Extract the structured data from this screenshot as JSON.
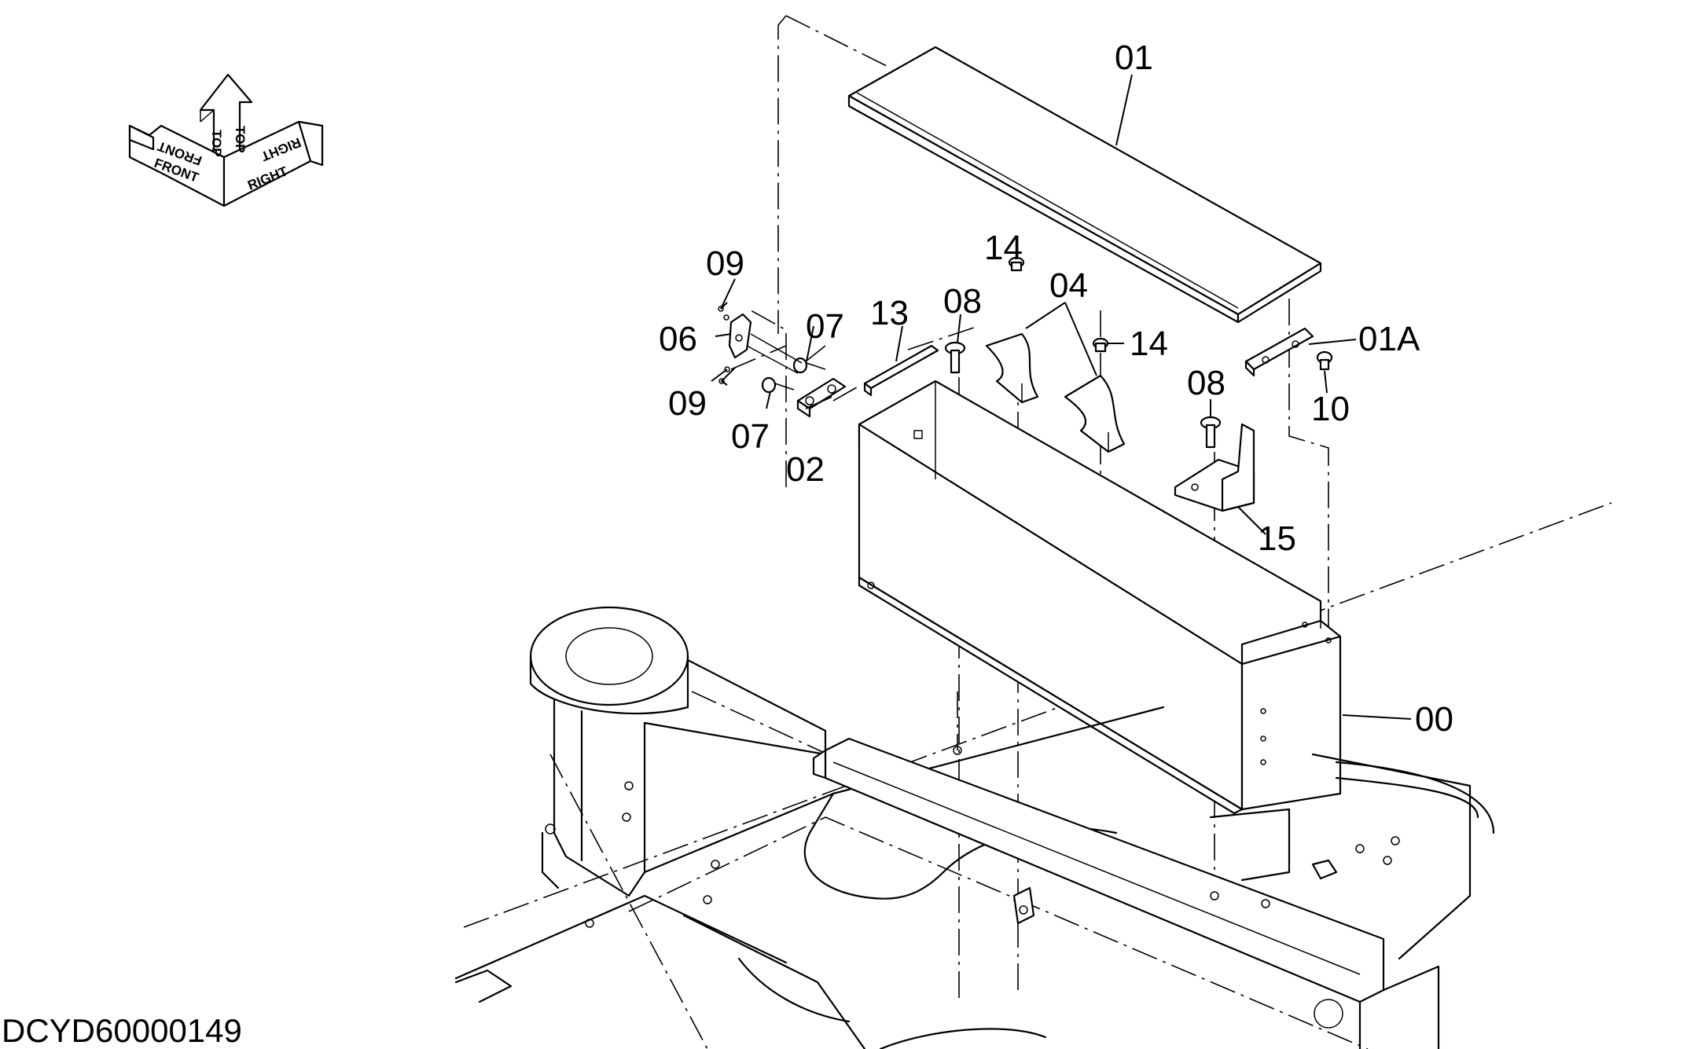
{
  "drawing": {
    "id": "DCYD60000149",
    "orientation": {
      "top": "TOP",
      "front": "FRONT",
      "right": "RIGHT"
    }
  },
  "callouts": {
    "c00": "00",
    "c01": "01",
    "c01a": "01A",
    "c02": "02",
    "c04": "04",
    "c06": "06",
    "c07a": "07",
    "c07b": "07",
    "c08a": "08",
    "c08b": "08",
    "c09a": "09",
    "c09b": "09",
    "c10": "10",
    "c13": "13",
    "c14a": "14",
    "c14b": "14",
    "c15": "15"
  }
}
